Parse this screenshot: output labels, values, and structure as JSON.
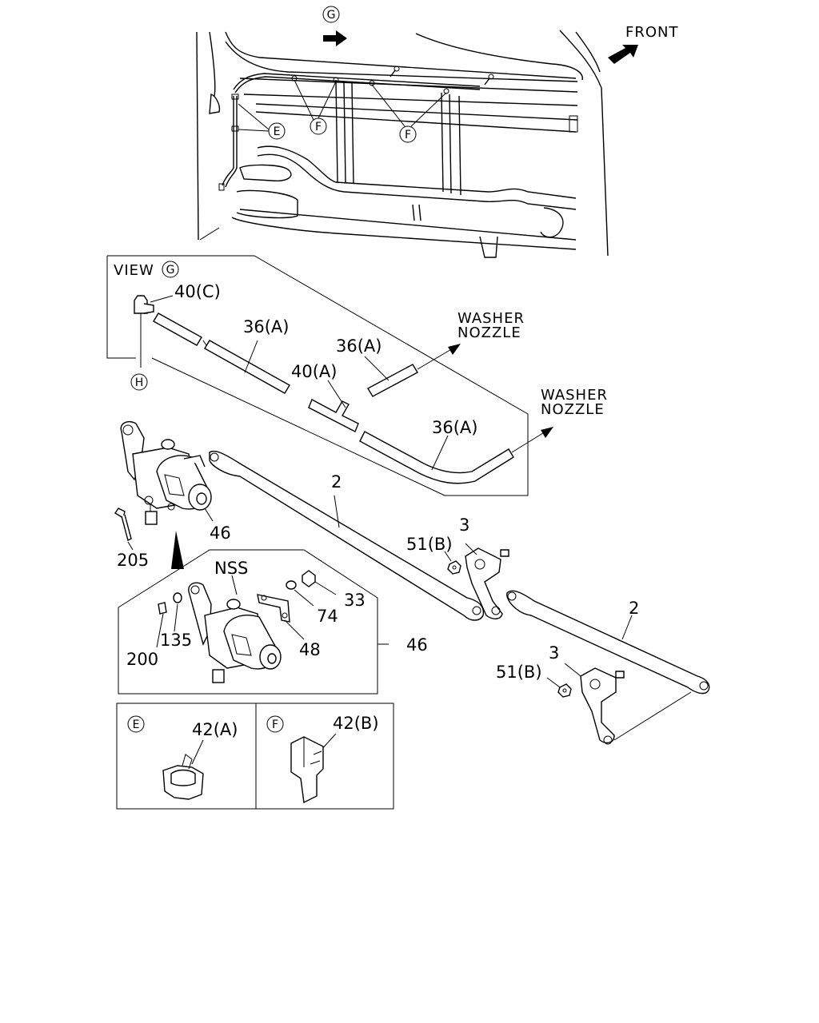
{
  "direction": {
    "label": "FRONT"
  },
  "view": {
    "prefix": "VIEW",
    "marker": "G"
  },
  "markers": {
    "G": "G",
    "E": "E",
    "F": "F",
    "H": "H"
  },
  "hoses": {
    "connector_40c": "40(C)",
    "hose_36a_1": "36(A)",
    "hose_36a_2": "36(A)",
    "tee_40a": "40(A)",
    "hose_36a_3": "36(A)"
  },
  "washer_nozzle": {
    "line1": "WASHER",
    "line2": "NOZZLE"
  },
  "parts": {
    "motor": "46",
    "link_rod_upper": "2",
    "link_rod_lower": "2",
    "pivot_upper": "3",
    "pivot_lower": "3",
    "nut_upper": "51(B)",
    "nut_lower": "51(B)",
    "bolt": "205"
  },
  "nss_box": {
    "title": "NSS",
    "pin": "200",
    "washer": "135",
    "bracket": "48",
    "washer_74": "74",
    "nut_33": "33",
    "ref": "46"
  },
  "clip_boxes": [
    {
      "marker": "E",
      "part": "42(A)"
    },
    {
      "marker": "F",
      "part": "42(B)"
    }
  ]
}
